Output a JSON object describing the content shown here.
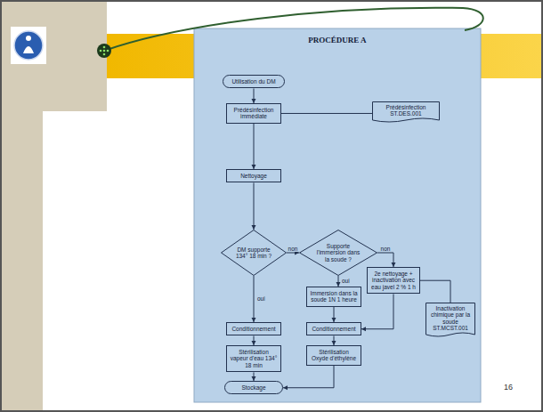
{
  "diagram": {
    "title": "PROCÉDURE A",
    "nodes": [
      {
        "text": [
          "Utilisation du DM"
        ]
      },
      {
        "text": [
          "Prédésinfection immédiate"
        ]
      },
      {
        "text": [
          "Prédésinfection ST.DES.001"
        ]
      },
      {
        "text": [
          "Nettoyage"
        ]
      },
      {
        "text": [
          "DM supporte 134° 18 min ?"
        ]
      },
      {
        "text": [
          "Supporte l'immersion dans la soude ?"
        ]
      },
      {
        "text": [
          "2e nettoyage + inactivation avec eau javel 2 % 1 h"
        ]
      },
      {
        "text": [
          "Inactivation chimique par la soude ST.MCST.001"
        ]
      },
      {
        "text": [
          "Immersion dans la soude 1N 1 heure"
        ]
      },
      {
        "text": [
          "Conditionnement"
        ]
      },
      {
        "text": [
          "Conditionnement"
        ]
      },
      {
        "text": [
          "Stérilisation vapeur d'eau 134° 18 min"
        ]
      },
      {
        "text": [
          "Stérilisation Oxyde d'éthylène"
        ]
      },
      {
        "text": [
          "Stockage"
        ]
      }
    ],
    "edges": [
      {
        "from": 0,
        "to": 1,
        "arrow": "to"
      },
      {
        "from": 1,
        "to": 2,
        "arrow": "none"
      },
      {
        "from": 1,
        "to": 3,
        "arrow": "to"
      },
      {
        "from": 3,
        "to": 4,
        "arrow": "to"
      },
      {
        "from": 4,
        "to": 5,
        "label": "non",
        "arrow": "to"
      },
      {
        "from": 5,
        "to": 6,
        "label": "non",
        "arrow": "to"
      },
      {
        "from": 5,
        "to": 8,
        "label": "oui",
        "arrow": "to"
      },
      {
        "from": 6,
        "to": 7,
        "arrow": "none"
      },
      {
        "from": 6,
        "to": 10,
        "arrow": "to"
      },
      {
        "from": 8,
        "to": 10,
        "arrow": "to"
      },
      {
        "from": 4,
        "to": 9,
        "label": "oui",
        "arrow": "to"
      },
      {
        "from": 9,
        "to": 11,
        "arrow": "to"
      },
      {
        "from": 10,
        "to": 12,
        "arrow": "to"
      },
      {
        "from": 11,
        "to": 13,
        "arrow": "to"
      },
      {
        "from": 12,
        "to": 13,
        "arrow": "to"
      }
    ],
    "labels": [
      "16"
    ]
  }
}
